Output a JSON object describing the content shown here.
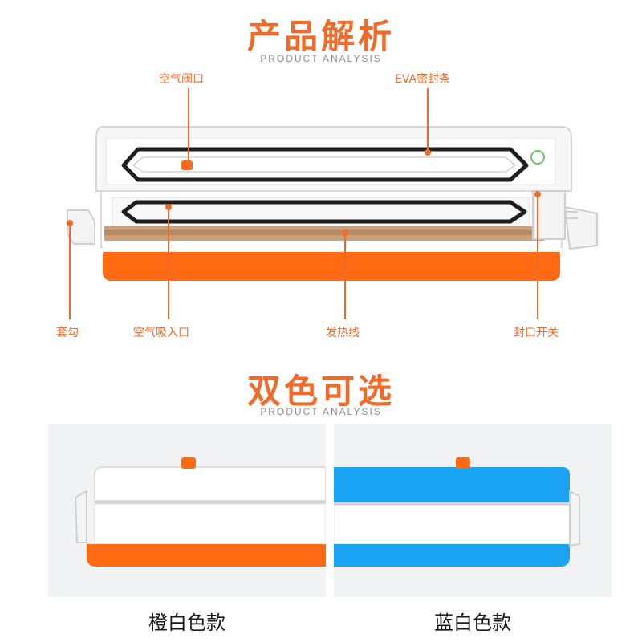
{
  "section1": {
    "title": "产品解析",
    "subtitle": "PRODUCT ANALYSIS"
  },
  "callouts": {
    "air_valve": "空气阀口",
    "eva_seal": "EVA密封条",
    "hook": "套勾",
    "air_inlet": "空气吸入口",
    "heating_wire": "发热线",
    "seal_switch": "封口开关"
  },
  "section2": {
    "title": "双色可选",
    "subtitle": "PRODUCT ANALYSIS"
  },
  "variants": [
    {
      "label": "橙白色款",
      "accent": "#ff6a12"
    },
    {
      "label": "蓝白色款",
      "accent": "#1aa3f2"
    }
  ],
  "colors": {
    "accent_text": "#f26a2a",
    "orange": "#ff6a12",
    "blue": "#1aa3f2",
    "seal_black": "#1e1e1e"
  }
}
